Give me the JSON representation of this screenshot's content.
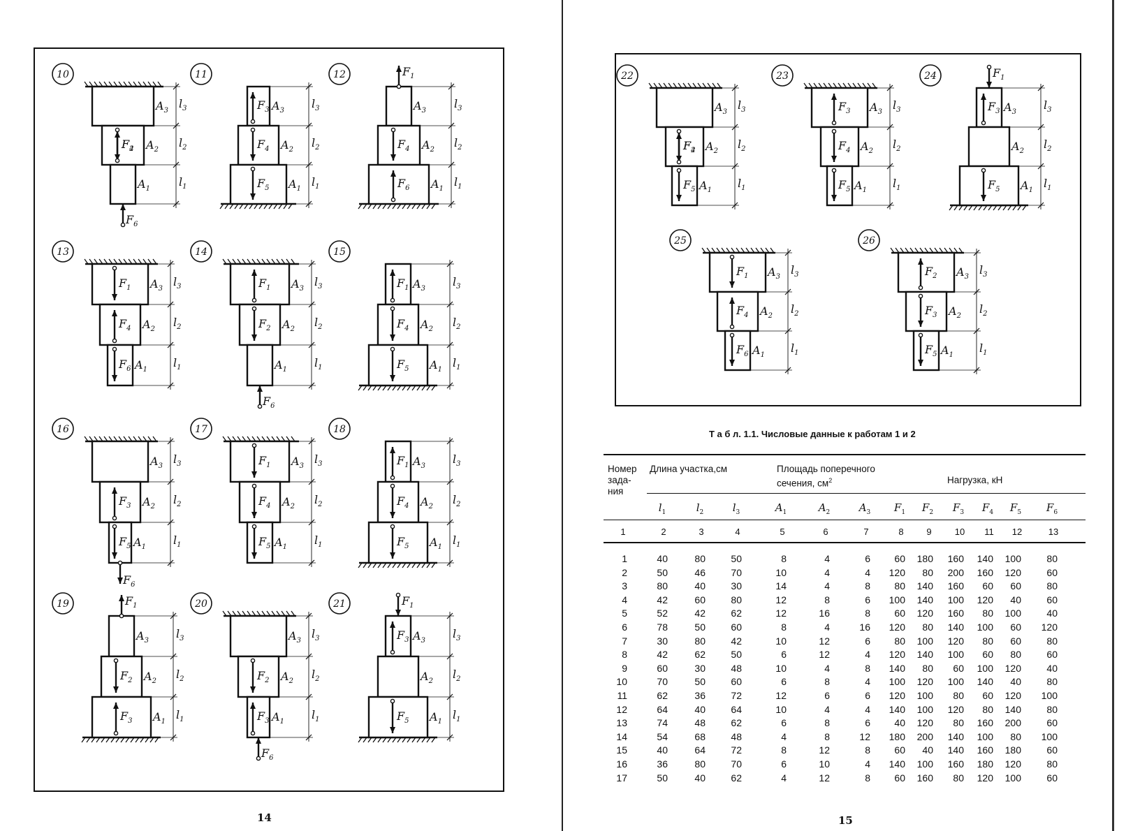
{
  "left_page": {
    "page_number": "14",
    "figures": [
      {
        "num": "10",
        "support": "top",
        "segs": [
          {
            "w": 88,
            "h": 56,
            "a": "A3",
            "l": "l3"
          },
          {
            "w": 60,
            "h": 56,
            "a": "A2",
            "l": "l2"
          },
          {
            "w": 36,
            "h": 56,
            "a": "A1",
            "l": "l1"
          }
        ],
        "forces": [
          {
            "label": "F2",
            "seg": 1,
            "dir": "down",
            "pos": 0.5
          },
          {
            "label": "F4",
            "seg": 1,
            "dir": "up",
            "pos": 0.5
          },
          {
            "label": "F6",
            "seg": "end",
            "dir": "up"
          }
        ]
      },
      {
        "num": "11",
        "support": "bottom",
        "segs": [
          {
            "w": 32,
            "h": 56,
            "a": "A3",
            "l": "l3"
          },
          {
            "w": 58,
            "h": 56,
            "a": "A2",
            "l": "l2"
          },
          {
            "w": 80,
            "h": 56,
            "a": "A1",
            "l": "l1"
          }
        ],
        "forces": [
          {
            "label": "F3",
            "seg": 0,
            "dir": "up",
            "pos": 0.5
          },
          {
            "label": "F4",
            "seg": 1,
            "dir": "down",
            "pos": 0.5
          },
          {
            "label": "F5",
            "seg": 2,
            "dir": "down",
            "pos": 0.5
          }
        ]
      },
      {
        "num": "12",
        "support": "bottom",
        "segs": [
          {
            "w": 36,
            "h": 56,
            "a": "A3",
            "l": "l3"
          },
          {
            "w": 60,
            "h": 56,
            "a": "A2",
            "l": "l2"
          },
          {
            "w": 86,
            "h": 56,
            "a": "A1",
            "l": "l1"
          }
        ],
        "forces": [
          {
            "label": "F1",
            "seg": "top",
            "dir": "up"
          },
          {
            "label": "F4",
            "seg": 1,
            "dir": "down",
            "pos": 0.5
          },
          {
            "label": "F6",
            "seg": 2,
            "dir": "up",
            "pos": 0.5
          }
        ]
      },
      {
        "num": "13",
        "support": "top",
        "segs": [
          {
            "w": 80,
            "h": 58,
            "a": "A3",
            "l": "l3"
          },
          {
            "w": 58,
            "h": 58,
            "a": "A2",
            "l": "l2"
          },
          {
            "w": 36,
            "h": 58,
            "a": "A1",
            "l": "l1"
          }
        ],
        "forces": [
          {
            "label": "F1",
            "seg": 0,
            "dir": "down",
            "pos": 0.5
          },
          {
            "label": "F4",
            "seg": 1,
            "dir": "up",
            "pos": 0.5
          },
          {
            "label": "F6",
            "seg": 2,
            "dir": "down",
            "pos": 0.5
          }
        ]
      },
      {
        "num": "14",
        "support": "top",
        "segs": [
          {
            "w": 84,
            "h": 58,
            "a": "A3",
            "l": "l3"
          },
          {
            "w": 58,
            "h": 58,
            "a": "A2",
            "l": "l2"
          },
          {
            "w": 36,
            "h": 58,
            "a": "A1",
            "l": "l1"
          }
        ],
        "forces": [
          {
            "label": "F1",
            "seg": 0,
            "dir": "up",
            "pos": 0.5
          },
          {
            "label": "F2",
            "seg": 1,
            "dir": "down",
            "pos": 0.5
          },
          {
            "label": "F6",
            "seg": "end",
            "dir": "up"
          }
        ]
      },
      {
        "num": "15",
        "support": "bottom",
        "segs": [
          {
            "w": 36,
            "h": 58,
            "a": "A3",
            "l": "l3"
          },
          {
            "w": 58,
            "h": 58,
            "a": "A2",
            "l": "l2"
          },
          {
            "w": 84,
            "h": 58,
            "a": "A1",
            "l": "l1"
          }
        ],
        "forces": [
          {
            "label": "F1",
            "seg": 0,
            "dir": "up",
            "pos": 0.5
          },
          {
            "label": "F4",
            "seg": 1,
            "dir": "down",
            "pos": 0.5
          },
          {
            "label": "F5",
            "seg": 2,
            "dir": "down",
            "pos": 0.5
          }
        ]
      },
      {
        "num": "16",
        "support": "top",
        "segs": [
          {
            "w": 80,
            "h": 58,
            "a": "A3",
            "l": "l3"
          },
          {
            "w": 58,
            "h": 58,
            "a": "A2",
            "l": "l2"
          },
          {
            "w": 32,
            "h": 58,
            "a": "A1",
            "l": "l1"
          }
        ],
        "forces": [
          {
            "label": "F3",
            "seg": 1,
            "dir": "up",
            "pos": 0.5
          },
          {
            "label": "F5",
            "seg": 2,
            "dir": "down",
            "pos": 0.5
          },
          {
            "label": "F6",
            "seg": "end",
            "dir": "down"
          }
        ]
      },
      {
        "num": "17",
        "support": "top",
        "segs": [
          {
            "w": 84,
            "h": 58,
            "a": "A3",
            "l": "l3"
          },
          {
            "w": 58,
            "h": 58,
            "a": "A2",
            "l": "l2"
          },
          {
            "w": 36,
            "h": 58,
            "a": "A1",
            "l": "l1"
          }
        ],
        "forces": [
          {
            "label": "F1",
            "seg": 0,
            "dir": "down",
            "pos": 0.5
          },
          {
            "label": "F4",
            "seg": 1,
            "dir": "down",
            "pos": 0.5
          },
          {
            "label": "F5",
            "seg": 2,
            "dir": "down",
            "pos": 0.5
          }
        ]
      },
      {
        "num": "18",
        "support": "bottom",
        "segs": [
          {
            "w": 36,
            "h": 58,
            "a": "A3",
            "l": "l3"
          },
          {
            "w": 58,
            "h": 58,
            "a": "A2",
            "l": "l2"
          },
          {
            "w": 84,
            "h": 58,
            "a": "A1",
            "l": "l1"
          }
        ],
        "forces": [
          {
            "label": "F1",
            "seg": 0,
            "dir": "up",
            "pos": 0.5
          },
          {
            "label": "F4",
            "seg": 1,
            "dir": "down",
            "pos": 0.5
          },
          {
            "label": "F5",
            "seg": 2,
            "dir": "down",
            "pos": 0.5
          }
        ]
      },
      {
        "num": "19",
        "support": "bottom",
        "segs": [
          {
            "w": 36,
            "h": 58,
            "a": "A3",
            "l": "l3"
          },
          {
            "w": 58,
            "h": 58,
            "a": "A2",
            "l": "l2"
          },
          {
            "w": 84,
            "h": 58,
            "a": "A1",
            "l": "l1"
          }
        ],
        "forces": [
          {
            "label": "F1",
            "seg": "top",
            "dir": "up"
          },
          {
            "label": "F2",
            "seg": 1,
            "dir": "down",
            "pos": 0.5
          },
          {
            "label": "F3",
            "seg": 2,
            "dir": "up",
            "pos": 0.5
          }
        ]
      },
      {
        "num": "20",
        "support": "top",
        "segs": [
          {
            "w": 80,
            "h": 58,
            "a": "A3",
            "l": "l3"
          },
          {
            "w": 58,
            "h": 58,
            "a": "A2",
            "l": "l2"
          },
          {
            "w": 32,
            "h": 58,
            "a": "A1",
            "l": "l1"
          }
        ],
        "forces": [
          {
            "label": "F2",
            "seg": 1,
            "dir": "down",
            "pos": 0.5
          },
          {
            "label": "F3",
            "seg": 2,
            "dir": "up",
            "pos": 0.5
          },
          {
            "label": "F6",
            "seg": "end",
            "dir": "up"
          }
        ]
      },
      {
        "num": "21",
        "support": "bottom",
        "segs": [
          {
            "w": 36,
            "h": 58,
            "a": "A3",
            "l": "l3"
          },
          {
            "w": 58,
            "h": 58,
            "a": "A2",
            "l": "l2"
          },
          {
            "w": 84,
            "h": 58,
            "a": "A1",
            "l": "l1"
          }
        ],
        "forces": [
          {
            "label": "F1",
            "seg": "top",
            "dir": "down"
          },
          {
            "label": "F3",
            "seg": 0,
            "dir": "up",
            "pos": 0.5
          },
          {
            "label": "F5",
            "seg": 2,
            "dir": "down",
            "pos": 0.5
          }
        ]
      }
    ]
  },
  "right_page": {
    "page_number": "15",
    "figures": [
      {
        "num": "22",
        "support": "top",
        "segs": [
          {
            "w": 80,
            "h": 56,
            "a": "A3",
            "l": "l3"
          },
          {
            "w": 54,
            "h": 56,
            "a": "A2",
            "l": "l2"
          },
          {
            "w": 36,
            "h": 56,
            "a": "A1",
            "l": "l1"
          }
        ],
        "forces": [
          {
            "label": "F2",
            "seg": 1,
            "dir": "down",
            "pos": 0.5
          },
          {
            "label": "F4",
            "seg": 1,
            "dir": "up",
            "pos": 0.5
          },
          {
            "label": "F5",
            "seg": 2,
            "dir": "down",
            "pos": 0.5
          }
        ]
      },
      {
        "num": "23",
        "support": "top",
        "segs": [
          {
            "w": 80,
            "h": 56,
            "a": "A3",
            "l": "l3"
          },
          {
            "w": 54,
            "h": 56,
            "a": "A2",
            "l": "l2"
          },
          {
            "w": 36,
            "h": 56,
            "a": "A1",
            "l": "l1"
          }
        ],
        "forces": [
          {
            "label": "F3",
            "seg": 0,
            "dir": "up",
            "pos": 0.5
          },
          {
            "label": "F4",
            "seg": 1,
            "dir": "down",
            "pos": 0.5
          },
          {
            "label": "F5",
            "seg": 2,
            "dir": "down",
            "pos": 0.5
          }
        ]
      },
      {
        "num": "24",
        "support": "bottom",
        "segs": [
          {
            "w": 36,
            "h": 56,
            "a": "A3",
            "l": "l3"
          },
          {
            "w": 58,
            "h": 56,
            "a": "A2",
            "l": "l2"
          },
          {
            "w": 84,
            "h": 56,
            "a": "A1",
            "l": "l1"
          }
        ],
        "forces": [
          {
            "label": "F1",
            "seg": "top",
            "dir": "down"
          },
          {
            "label": "F3",
            "seg": 0,
            "dir": "up",
            "pos": 0.5
          },
          {
            "label": "F5",
            "seg": 2,
            "dir": "down",
            "pos": 0.5
          }
        ]
      },
      {
        "num": "25",
        "support": "top",
        "segs": [
          {
            "w": 80,
            "h": 56,
            "a": "A3",
            "l": "l3"
          },
          {
            "w": 58,
            "h": 56,
            "a": "A2",
            "l": "l2"
          },
          {
            "w": 36,
            "h": 56,
            "a": "A1",
            "l": "l1"
          }
        ],
        "forces": [
          {
            "label": "F1",
            "seg": 0,
            "dir": "down",
            "pos": 0.5
          },
          {
            "label": "F4",
            "seg": 1,
            "dir": "up",
            "pos": 0.5
          },
          {
            "label": "F6",
            "seg": 2,
            "dir": "down",
            "pos": 0.5
          }
        ]
      },
      {
        "num": "26",
        "support": "top",
        "segs": [
          {
            "w": 80,
            "h": 56,
            "a": "A3",
            "l": "l3"
          },
          {
            "w": 58,
            "h": 56,
            "a": "A2",
            "l": "l2"
          },
          {
            "w": 36,
            "h": 56,
            "a": "A1",
            "l": "l1"
          }
        ],
        "forces": [
          {
            "label": "F2",
            "seg": 0,
            "dir": "up",
            "pos": 0.5
          },
          {
            "label": "F3",
            "seg": 1,
            "dir": "down",
            "pos": 0.5
          },
          {
            "label": "F5",
            "seg": 2,
            "dir": "down",
            "pos": 0.5
          }
        ]
      }
    ],
    "table": {
      "caption": "Т а б л. 1.1. Числовые данные к работам 1 и 2",
      "header": {
        "num_col": "Номер зада-ния",
        "length_group": "Длина участка,см",
        "area_group": "Площадь поперечного сечения, см",
        "area_unit_power": "2",
        "load_group": "Нагрузка, кН"
      },
      "symbols": [
        "l1",
        "l2",
        "l3",
        "A1",
        "A2",
        "A3",
        "F1",
        "F2",
        "F3",
        "F4",
        "F5",
        "F6"
      ],
      "column_numbers": [
        "1",
        "2",
        "3",
        "4",
        "5",
        "6",
        "7",
        "8",
        "9",
        "10",
        "11",
        "12",
        "13"
      ],
      "rows": [
        [
          "1",
          "40",
          "80",
          "50",
          "8",
          "4",
          "6",
          "60",
          "180",
          "160",
          "140",
          "100",
          "80"
        ],
        [
          "2",
          "50",
          "46",
          "70",
          "10",
          "4",
          "4",
          "120",
          "80",
          "200",
          "160",
          "120",
          "60"
        ],
        [
          "3",
          "80",
          "40",
          "30",
          "14",
          "4",
          "8",
          "80",
          "140",
          "160",
          "60",
          "60",
          "80"
        ],
        [
          "4",
          "42",
          "60",
          "80",
          "12",
          "8",
          "6",
          "100",
          "140",
          "100",
          "120",
          "40",
          "60"
        ],
        [
          "5",
          "52",
          "42",
          "62",
          "12",
          "16",
          "8",
          "60",
          "120",
          "160",
          "80",
          "100",
          "40"
        ],
        [
          "6",
          "78",
          "50",
          "60",
          "8",
          "4",
          "16",
          "120",
          "80",
          "140",
          "100",
          "60",
          "120"
        ],
        [
          "7",
          "30",
          "80",
          "42",
          "10",
          "12",
          "6",
          "80",
          "100",
          "120",
          "80",
          "60",
          "80"
        ],
        [
          "8",
          "42",
          "62",
          "50",
          "6",
          "12",
          "4",
          "120",
          "140",
          "100",
          "60",
          "80",
          "60"
        ],
        [
          "9",
          "60",
          "30",
          "48",
          "10",
          "4",
          "8",
          "140",
          "80",
          "60",
          "100",
          "120",
          "40"
        ],
        [
          "10",
          "70",
          "50",
          "60",
          "6",
          "8",
          "4",
          "100",
          "120",
          "100",
          "140",
          "40",
          "80"
        ],
        [
          "11",
          "62",
          "36",
          "72",
          "12",
          "6",
          "6",
          "120",
          "100",
          "80",
          "60",
          "120",
          "100"
        ],
        [
          "12",
          "64",
          "40",
          "64",
          "10",
          "4",
          "4",
          "140",
          "100",
          "120",
          "80",
          "140",
          "80"
        ],
        [
          "13",
          "74",
          "48",
          "62",
          "6",
          "8",
          "6",
          "40",
          "120",
          "80",
          "160",
          "200",
          "60"
        ],
        [
          "14",
          "54",
          "68",
          "48",
          "4",
          "8",
          "12",
          "180",
          "200",
          "140",
          "100",
          "80",
          "100"
        ],
        [
          "15",
          "40",
          "64",
          "72",
          "8",
          "12",
          "8",
          "60",
          "40",
          "140",
          "160",
          "180",
          "60"
        ],
        [
          "16",
          "36",
          "80",
          "70",
          "6",
          "10",
          "4",
          "140",
          "100",
          "160",
          "180",
          "120",
          "80"
        ],
        [
          "17",
          "50",
          "40",
          "62",
          "4",
          "12",
          "8",
          "60",
          "160",
          "80",
          "120",
          "100",
          "60"
        ]
      ]
    }
  }
}
